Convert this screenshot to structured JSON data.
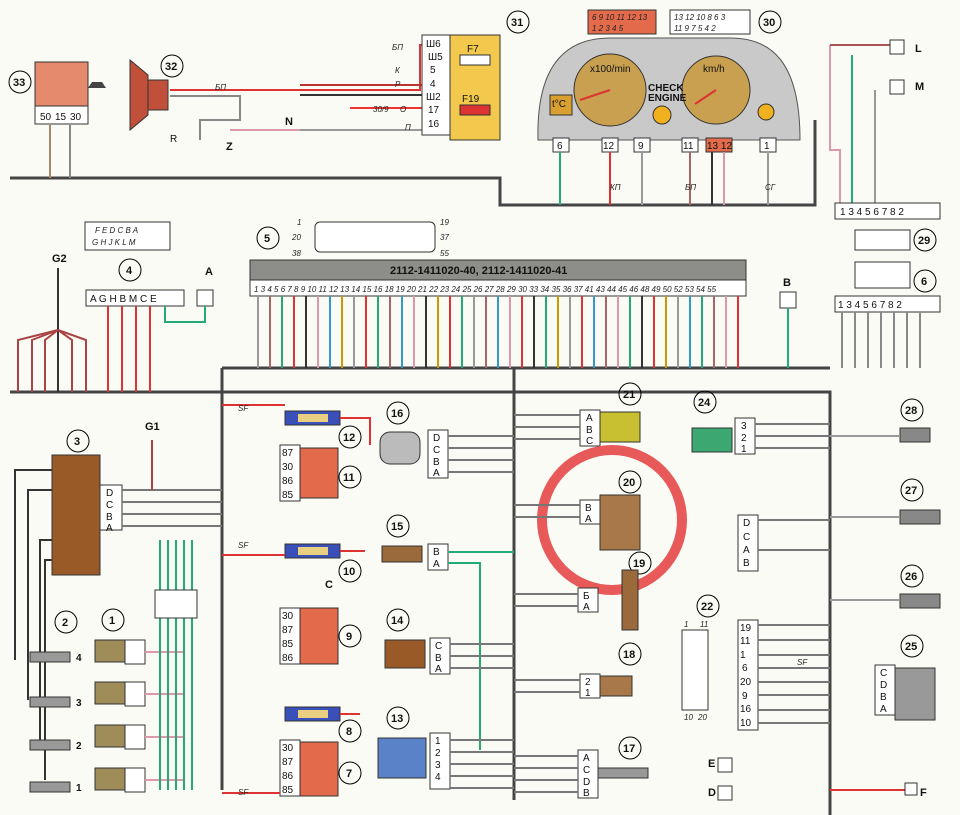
{
  "components": {
    "c1": "1",
    "c2": "2",
    "c3": "3",
    "c4": "4",
    "c5": "5",
    "c6": "6",
    "c7": "7",
    "c8": "8",
    "c9": "9",
    "c10": "10",
    "c11": "11",
    "c12": "12",
    "c13": "13",
    "c14": "14",
    "c15": "15",
    "c16": "16",
    "c17": "17",
    "c18": "18",
    "c19": "19",
    "c20": "20",
    "c21": "21",
    "c22": "22",
    "c24": "24",
    "c25": "25",
    "c26": "26",
    "c27": "27",
    "c28": "28",
    "c29": "29",
    "c30": "30",
    "c31": "31",
    "c32": "32",
    "c33": "33"
  },
  "labels": {
    "sw50": "50",
    "sw15": "15",
    "sw30": "30",
    "R": "R",
    "N": "N",
    "Z": "Z",
    "L": "L",
    "M": "M",
    "A": "A",
    "B": "B",
    "C": "C",
    "D": "D",
    "E": "E",
    "F": "F",
    "G1": "G1",
    "G2": "G2"
  },
  "fuse31": {
    "pins": [
      "Ш6",
      "Ш5",
      "5",
      "4",
      "Ш2",
      "17",
      "16"
    ],
    "f7": "F7",
    "f19": "F19"
  },
  "cluster": {
    "tach": "x100/min",
    "speed": "km/h",
    "temp": "t°C",
    "check": "CHECK",
    "engine": "ENGINE",
    "redpins_top": "6 9 10 11 12 13",
    "redpins_bot": "1 2 3 4 5",
    "whitepins_top": "13 12 10 8 6 3",
    "whitepins_bot": "11 9 7 5 4 2",
    "p6": "6",
    "p12": "12",
    "p9": "9",
    "p11": "11",
    "p1312": "13 12",
    "p1": "1"
  },
  "block7a": {
    "pins": "1  3  4  5  6  7  8  2"
  },
  "connector4icon": {
    "top": "F E D C B A",
    "bot": "G H J K L M"
  },
  "ecuicon": {
    "p1": "1",
    "p20": "20",
    "p38": "38",
    "p19": "19",
    "p37": "37",
    "p55": "55"
  },
  "ecu": {
    "title": "2112-1411020-40, 2112-1411020-41",
    "pins": "1 3 4 5 6 7 8 9 10 11 12 13 14 15 16 18 19 20 21 22 23 24 25 26 27 28 29 30 33 34 35 36 37 41 43 44 45 46 48 49 50 52 53 54 55"
  },
  "block6": {
    "pins": "1  3  4  5  6  7  8  2"
  },
  "diag4": {
    "pins": "A G H B M C E"
  },
  "module3": {
    "D": "D",
    "C": "C",
    "B": "B",
    "A": "A"
  },
  "plugs": {
    "p1": "1",
    "p2": "2",
    "p3": "3",
    "p4": "4"
  },
  "relay": {
    "r30": "30",
    "r85": "85",
    "r86": "86",
    "r87": "87"
  },
  "sensor16": {
    "D": "D",
    "C": "C",
    "B": "B",
    "A": "A"
  },
  "sensor15": {
    "B": "B",
    "A": "A"
  },
  "sensor14": {
    "C": "C",
    "B": "B",
    "A": "A"
  },
  "sensor13": {
    "p1": "1",
    "p2": "2",
    "p3": "3",
    "p4": "4"
  },
  "sensor21": {
    "A": "A",
    "B": "B",
    "C": "C"
  },
  "sensor20": {
    "A": "A",
    "B": "B"
  },
  "sensor19": {
    "A": "A",
    "B": "Б"
  },
  "sensor18": {
    "p1": "1",
    "p2": "2"
  },
  "sensor17": {
    "A": "A",
    "B": "B",
    "C": "C",
    "D": "D"
  },
  "sensor24": {
    "p1": "1",
    "p2": "2",
    "p3": "3"
  },
  "sensor25": {
    "A": "A",
    "B": "B",
    "C": "C",
    "D": "D"
  },
  "conn22": {
    "p1": "1",
    "p11": "11",
    "p10": "10",
    "p20": "20",
    "pins": [
      "19",
      "11",
      "1",
      "6",
      "20",
      "9",
      "16",
      "10"
    ]
  },
  "conn23": {
    "A": "A",
    "B": "B",
    "C": "C",
    "D": "D"
  },
  "wires": {
    "bp": "БП",
    "k": "К",
    "r": "Р",
    "r309": "30/9",
    "o": "О",
    "p": "П",
    "kp": "КП",
    "sg": "СГ",
    "sf": "SF"
  }
}
